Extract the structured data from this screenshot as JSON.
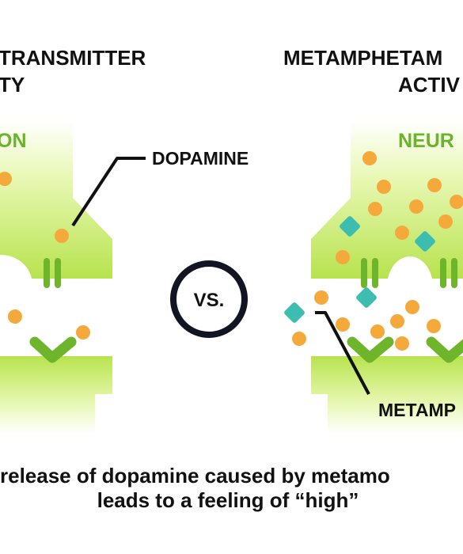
{
  "left_panel": {
    "title_line1": "TRANSMITTER",
    "title_line2": "TY",
    "neuron_label": "ON",
    "dopamine_label": "DOPAMINE"
  },
  "right_panel": {
    "title_line1": "METAMPHETAM",
    "title_line2": "ACTIV",
    "neuron_label": "NEUR",
    "drug_label": "METAMP"
  },
  "center": {
    "vs_label": "VS."
  },
  "caption": {
    "line1": "release of dopamine caused by metamo",
    "line2": "leads to a feeling of “high”"
  },
  "colors": {
    "neuron_green": "#d7f27a",
    "receptor_green": "#6fb52c",
    "dopamine_orange": "#f6a93b",
    "drug_teal": "#3dbcb0",
    "text_dark": "#111111"
  }
}
